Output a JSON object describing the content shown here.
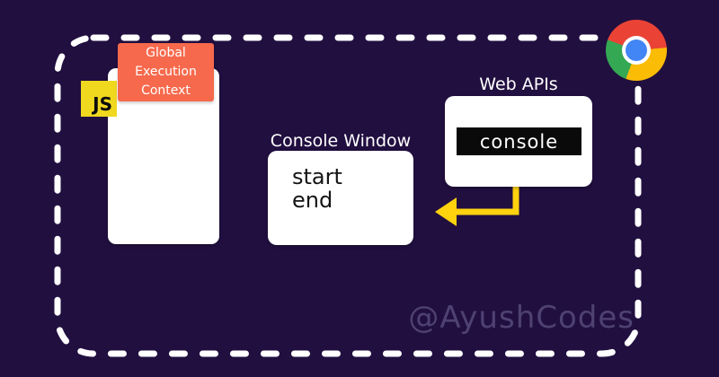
{
  "colors": {
    "background": "#210f40",
    "dashed_border": "#ffffff",
    "arrow_yellow": "#ffd20e",
    "js_yellow": "#f0d81f",
    "context_orange": "#f6694c",
    "panel_white": "#ffffff",
    "pill_black": "#0a0a0a",
    "watermark": "#4e4272",
    "chrome_red": "#ea4335",
    "chrome_yellow": "#fbbc05",
    "chrome_green": "#34a853",
    "chrome_blue": "#4285f4"
  },
  "js_badge": {
    "label": "JS"
  },
  "call_stack": {
    "context_label_lines": [
      "Global",
      "Execution",
      "Context"
    ]
  },
  "console_window": {
    "title": "Console Window",
    "output_lines": [
      "start",
      "end"
    ]
  },
  "web_apis": {
    "title": "Web APIs",
    "api_name": "console"
  },
  "meta": {
    "watermark": "@AyushCodes"
  },
  "icons": {
    "chrome": "chrome-browser-logo",
    "js": "javascript-logo",
    "up_arrow": "upward-arrow",
    "left_arrow": "left-elbow-arrow"
  }
}
